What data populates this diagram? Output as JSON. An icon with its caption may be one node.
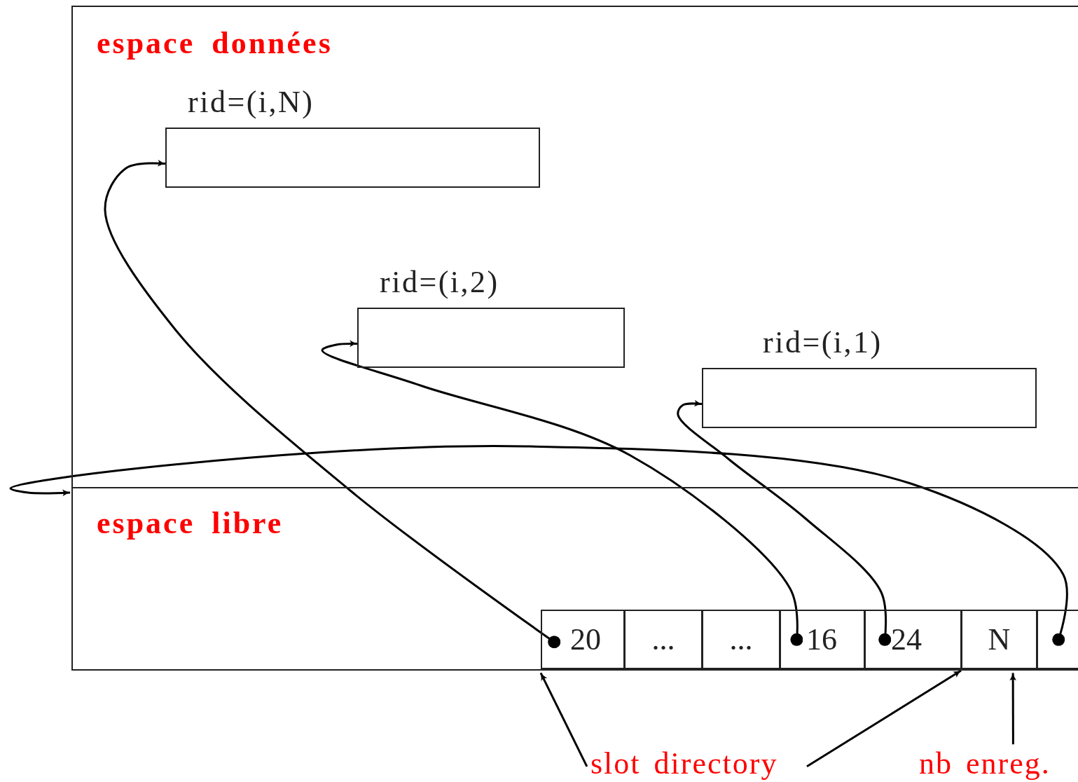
{
  "diagram": {
    "nodes": [
      {
        "text": [
          "espace données"
        ]
      },
      {
        "text": [
          "espace libre"
        ]
      },
      {
        "text": [
          "rid=(i,N)"
        ],
        "in": 0
      },
      {
        "text": [
          "rid=(i,2)"
        ],
        "in": 0
      },
      {
        "text": [
          "rid=(i,1)"
        ],
        "in": 0
      },
      {
        "text": [
          "20"
        ],
        "in": 1
      },
      {
        "text": [
          "..."
        ],
        "in": 1
      },
      {
        "text": [
          "..."
        ],
        "in": 1
      },
      {
        "text": [
          "16"
        ],
        "in": 1
      },
      {
        "text": [
          "24"
        ],
        "in": 1
      },
      {
        "text": [
          "N"
        ],
        "in": 1
      },
      {
        "text": [],
        "shape": "box",
        "in": 1
      },
      {
        "text": [
          "slot directory"
        ]
      },
      {
        "text": [
          "nb enreg."
        ]
      }
    ],
    "edges": [
      {
        "from": 5,
        "to": 2,
        "arrow": "to"
      },
      {
        "from": 8,
        "to": 3,
        "arrow": "to"
      },
      {
        "from": 9,
        "to": 4,
        "arrow": "to"
      },
      {
        "from": 11,
        "to": 1,
        "arrow": "to"
      },
      {
        "from": 12,
        "to": 5,
        "arrow": "to"
      },
      {
        "from": 12,
        "to": 10,
        "arrow": "to"
      },
      {
        "from": 13,
        "to": 10,
        "arrow": "to"
      }
    ]
  }
}
